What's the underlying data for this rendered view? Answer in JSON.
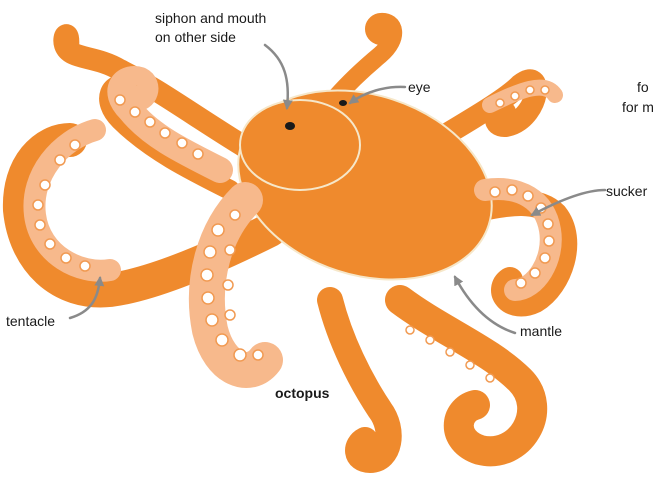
{
  "labels": {
    "siphon_line1": "siphon and mouth",
    "siphon_line2": "on other side",
    "eye": "eye",
    "sucker": "sucker",
    "tentacle": "tentacle",
    "mantle": "mantle",
    "caption": "octopus",
    "cut_off_fo": "fo",
    "cut_off_form": "for m"
  },
  "colors": {
    "body": "#EF8A2D",
    "tentacle_light": "#F7B98C",
    "sucker_fill": "#FFFFFF",
    "sucker_ring": "#F19A52",
    "outline": "#F6E7C9",
    "arrow": "#8A8A8A",
    "text": "#1a1a1a",
    "eye": "#1a1a1a"
  }
}
